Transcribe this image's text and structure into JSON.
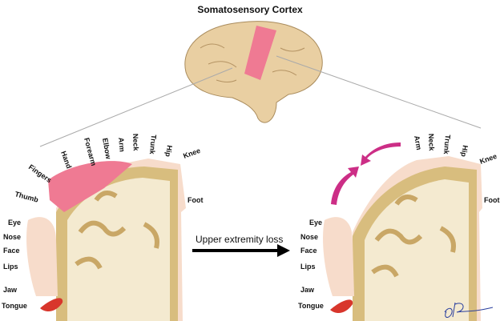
{
  "title": "Somatosensory Cortex",
  "arrow_label": "Upper extremity loss",
  "left_labels": {
    "thumb": "Thumb",
    "fingers": "Fingers",
    "hand": "Hand",
    "forearm": "Forearm",
    "elbow": "Elbow",
    "arm": "Arm",
    "neck": "Neck",
    "trunk": "Trunk",
    "hip": "Hip",
    "knee": "Knee",
    "foot": "Foot",
    "eye": "Eye",
    "nose": "Nose",
    "face": "Face",
    "lips": "Lips",
    "jaw": "Jaw",
    "tongue": "Tongue"
  },
  "right_labels": {
    "arm": "Arm",
    "neck": "Neck",
    "trunk": "Trunk",
    "hip": "Hip",
    "knee": "Knee",
    "foot": "Foot",
    "eye": "Eye",
    "nose": "Nose",
    "face": "Face",
    "lips": "Lips",
    "jaw": "Jaw",
    "tongue": "Tongue"
  },
  "colors": {
    "cortex": "#d8bd7e",
    "white_matter": "#f4ead0",
    "skin": "#f7dccb",
    "hand_region": "#ef7a93",
    "tongue": "#d8362c",
    "shift_arrow": "#cc2e86"
  }
}
